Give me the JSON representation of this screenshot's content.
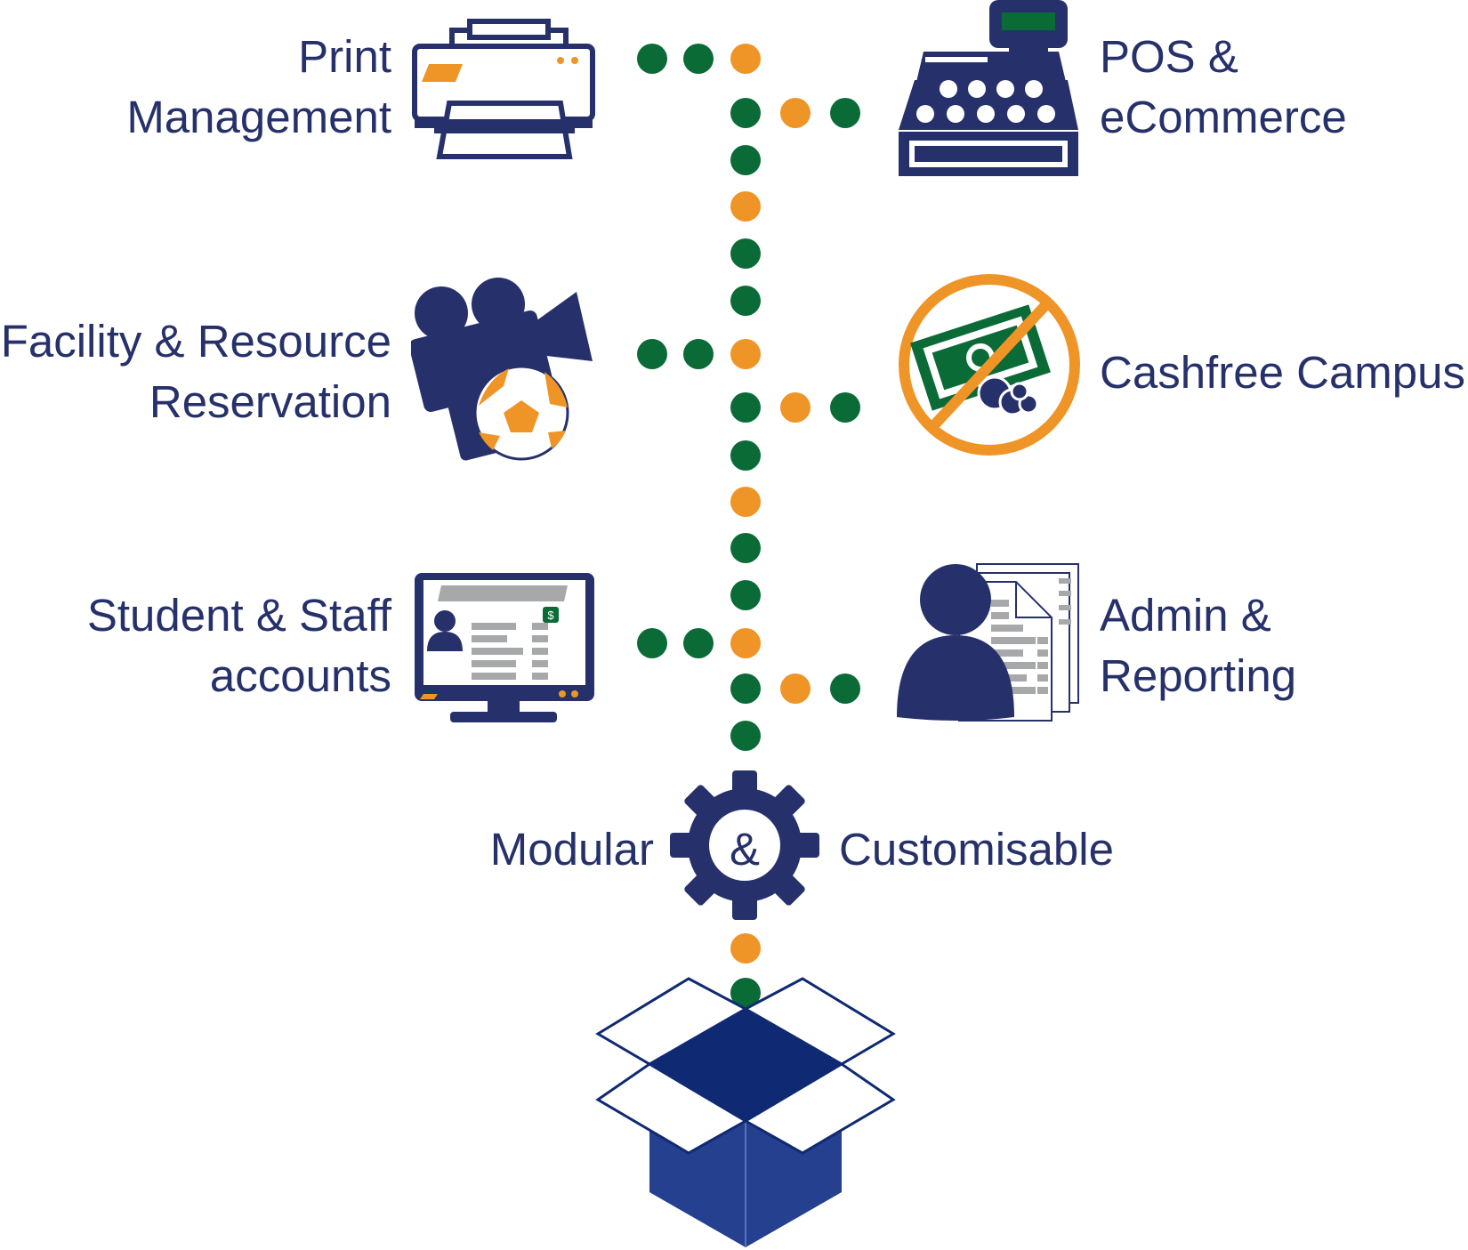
{
  "colors": {
    "navy": "#26316b",
    "green": "#0a6b37",
    "orange": "#ef9427",
    "box_blue": "#25408e",
    "box_dark": "#0f2a73",
    "grey": "#a7a8aa"
  },
  "modules": {
    "print": {
      "line1": "Print",
      "line2": "Management",
      "icon": "printer-icon"
    },
    "pos": {
      "line1": "POS &",
      "line2": "eCommerce",
      "icon": "cash-register-icon"
    },
    "facility": {
      "line1": "Facility & Resource",
      "line2": "Reservation",
      "icon": "camera-ball-icon"
    },
    "cashfree": {
      "line1": "Cashfree Campus",
      "icon": "no-cash-icon"
    },
    "accounts": {
      "line1": "Student & Staff",
      "line2": "accounts",
      "icon": "account-monitor-icon"
    },
    "admin": {
      "line1": "Admin &",
      "line2": "Reporting",
      "icon": "admin-report-icon"
    }
  },
  "hub": {
    "left": "Modular",
    "center": "&",
    "right": "Customisable",
    "icon": "gear-icon"
  },
  "base": {
    "icon": "open-box-icon"
  }
}
